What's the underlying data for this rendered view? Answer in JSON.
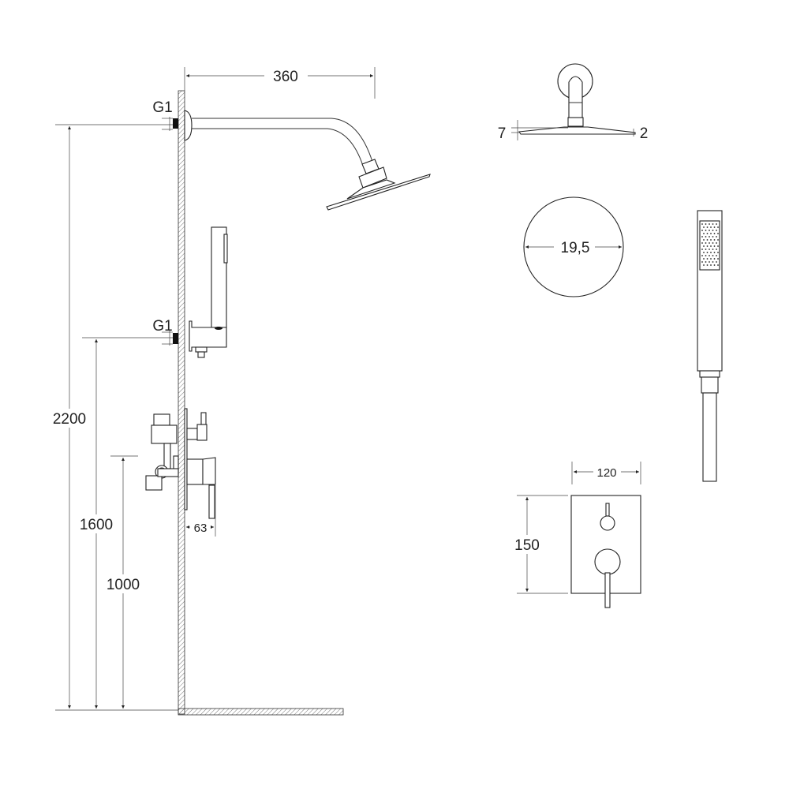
{
  "dimensions": {
    "arm_length": "360",
    "inlet_top": "G1",
    "inlet_bottom": "G1",
    "height_top": "2200",
    "height_mid": "1600",
    "height_low": "1000",
    "mixer_depth": "63",
    "head_thickness_center": "7",
    "head_thickness_edge": "2",
    "head_diameter": "19,5",
    "plate_width": "120",
    "plate_height": "150"
  },
  "colors": {
    "line": "#222222",
    "background": "#ffffff"
  }
}
